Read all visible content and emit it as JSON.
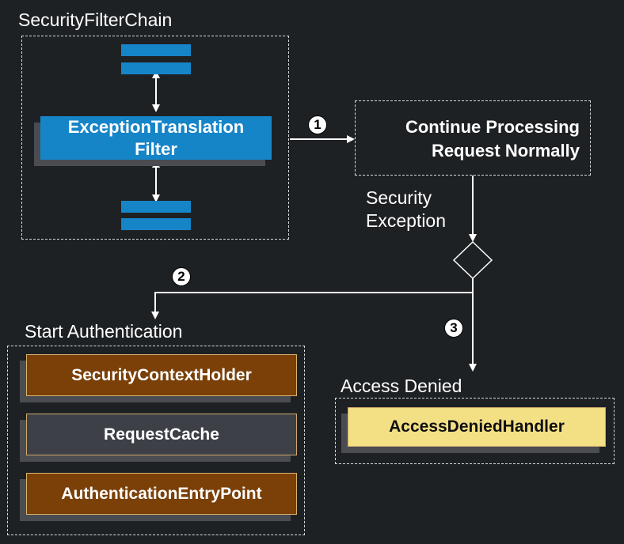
{
  "filter_chain": {
    "title": "SecurityFilterChain",
    "etf_line1": "ExceptionTranslation",
    "etf_line2": "Filter"
  },
  "continue": {
    "line1": "Continue Processing",
    "line2": "Request Normally"
  },
  "security_exception": {
    "line1": "Security",
    "line2": "Exception"
  },
  "steps": [
    "1",
    "2",
    "3"
  ],
  "start_auth": {
    "title": "Start Authentication",
    "items": [
      "SecurityContextHolder",
      "RequestCache",
      "AuthenticationEntryPoint"
    ]
  },
  "access_denied": {
    "title": "Access Denied",
    "handler": "AccessDeniedHandler"
  },
  "colors": {
    "background": "#1e2124",
    "filter_blue": "#1685c8",
    "brown": "#7a4008",
    "yellow": "#f3df84",
    "grey": "#3e4048"
  }
}
